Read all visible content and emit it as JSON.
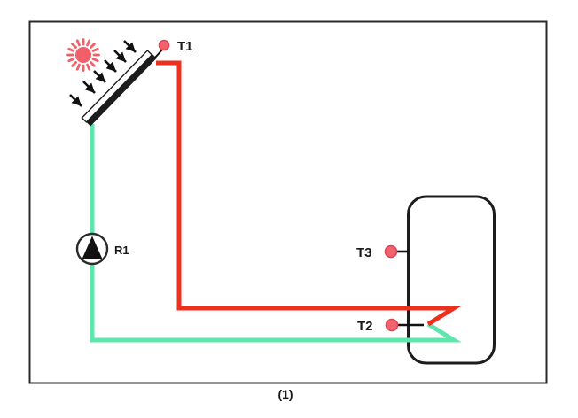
{
  "figure": {
    "caption": "(1)",
    "labels": {
      "t1": "T1",
      "t2": "T2",
      "t3": "T3",
      "pump": "R1"
    },
    "icons": {
      "sun": "sun-icon",
      "collector": "solar-collector-icon",
      "arrows": "irradiance-arrows-icon",
      "pump": "pump-icon",
      "tank": "storage-tank-icon",
      "sensor": "temperature-sensor-dot-icon"
    },
    "colors": {
      "hot_pipe": "#ed2f1e",
      "cold_pipe": "#5ee7ac",
      "sensor_fill": "#f2636f",
      "sensor_stroke": "#d94854",
      "sun": "#f25f68",
      "outline": "#1c1c1c",
      "frame": "#2b2b2b",
      "label_text": "#1a1a1a"
    }
  }
}
